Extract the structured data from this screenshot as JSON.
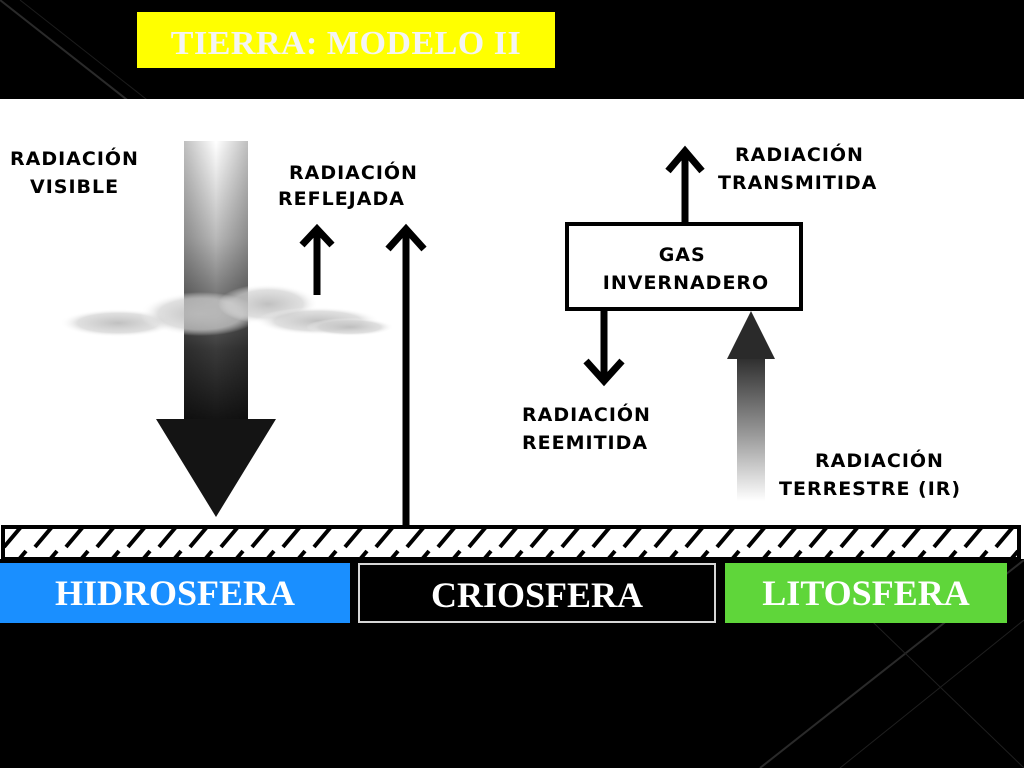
{
  "title": "TIERRA: MODELO II",
  "labels": {
    "radiacion_visible": [
      "RADIACIÓN",
      "VISIBLE"
    ],
    "radiacion_reflejada": [
      "RADIACIÓN",
      "REFLEJADA"
    ],
    "radiacion_transmitida": [
      "RADIACIÓN",
      "TRANSMITIDA"
    ],
    "gas_invernadero": [
      "GAS",
      "INVERNADERO"
    ],
    "radiacion_reemitida": [
      "RADIACIÓN",
      "REEMITIDA"
    ],
    "radiacion_terrestre": [
      "RADIACIÓN",
      "TERRESTRE (IR)"
    ]
  },
  "spheres": {
    "hidrosfera": "HIDROSFERA",
    "criosfera": "CRIOSFERA",
    "litosfera": "LITOSFERA"
  },
  "colors": {
    "title_bg": "#ffff00",
    "hidrosfera": "#1a8fff",
    "criosfera": "#000000",
    "litosfera": "#5fd63a",
    "page_bg": "#000000",
    "panel_bg": "#ffffff"
  }
}
